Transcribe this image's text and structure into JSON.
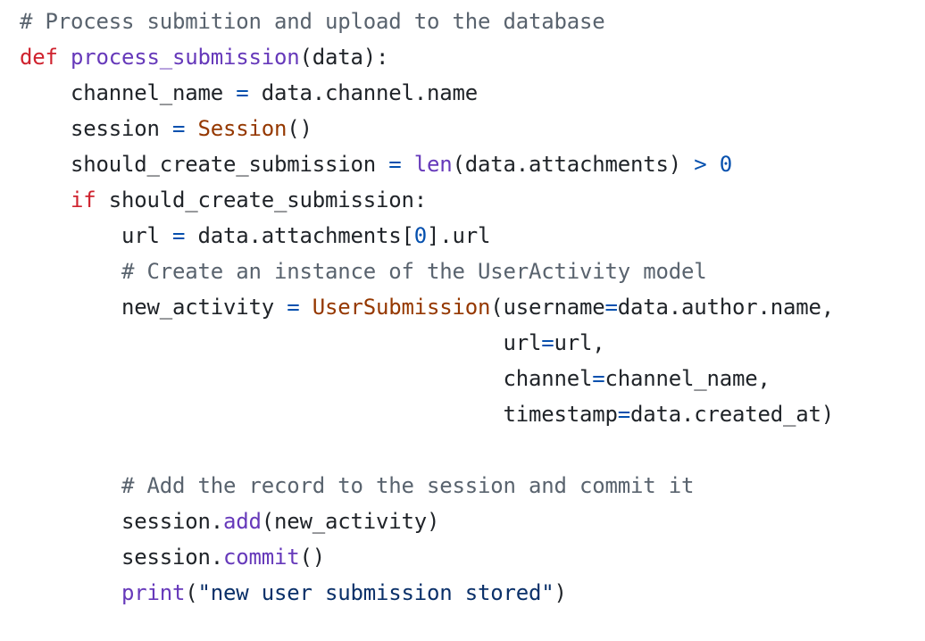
{
  "code": {
    "lines": [
      [
        {
          "t": "# Process submition and upload to the database",
          "c": "comment"
        }
      ],
      [
        {
          "t": "def",
          "c": "keyword"
        },
        {
          "t": " ",
          "c": "plain"
        },
        {
          "t": "process_submission",
          "c": "function"
        },
        {
          "t": "(data):",
          "c": "plain"
        }
      ],
      [
        {
          "t": "    channel_name ",
          "c": "plain"
        },
        {
          "t": "=",
          "c": "operator"
        },
        {
          "t": " data.channel.name",
          "c": "plain"
        }
      ],
      [
        {
          "t": "    session ",
          "c": "plain"
        },
        {
          "t": "=",
          "c": "operator"
        },
        {
          "t": " ",
          "c": "plain"
        },
        {
          "t": "Session",
          "c": "class"
        },
        {
          "t": "()",
          "c": "plain"
        }
      ],
      [
        {
          "t": "    should_create_submission ",
          "c": "plain"
        },
        {
          "t": "=",
          "c": "operator"
        },
        {
          "t": " ",
          "c": "plain"
        },
        {
          "t": "len",
          "c": "builtin"
        },
        {
          "t": "(data.attachments) ",
          "c": "plain"
        },
        {
          "t": ">",
          "c": "operator"
        },
        {
          "t": " ",
          "c": "plain"
        },
        {
          "t": "0",
          "c": "number"
        }
      ],
      [
        {
          "t": "    ",
          "c": "plain"
        },
        {
          "t": "if",
          "c": "keyword"
        },
        {
          "t": " should_create_submission:",
          "c": "plain"
        }
      ],
      [
        {
          "t": "        url ",
          "c": "plain"
        },
        {
          "t": "=",
          "c": "operator"
        },
        {
          "t": " data.attachments[",
          "c": "plain"
        },
        {
          "t": "0",
          "c": "number"
        },
        {
          "t": "].url",
          "c": "plain"
        }
      ],
      [
        {
          "t": "        ",
          "c": "plain"
        },
        {
          "t": "# Create an instance of the UserActivity model",
          "c": "comment"
        }
      ],
      [
        {
          "t": "        new_activity ",
          "c": "plain"
        },
        {
          "t": "=",
          "c": "operator"
        },
        {
          "t": " ",
          "c": "plain"
        },
        {
          "t": "UserSubmission",
          "c": "class"
        },
        {
          "t": "(username",
          "c": "plain"
        },
        {
          "t": "=",
          "c": "operator"
        },
        {
          "t": "data.author.name,",
          "c": "plain"
        }
      ],
      [
        {
          "t": "                                      url",
          "c": "plain"
        },
        {
          "t": "=",
          "c": "operator"
        },
        {
          "t": "url,",
          "c": "plain"
        }
      ],
      [
        {
          "t": "                                      channel",
          "c": "plain"
        },
        {
          "t": "=",
          "c": "operator"
        },
        {
          "t": "channel_name,",
          "c": "plain"
        }
      ],
      [
        {
          "t": "                                      timestamp",
          "c": "plain"
        },
        {
          "t": "=",
          "c": "operator"
        },
        {
          "t": "data.created_at)",
          "c": "plain"
        }
      ],
      [
        {
          "t": "",
          "c": "plain"
        }
      ],
      [
        {
          "t": "        ",
          "c": "plain"
        },
        {
          "t": "# Add the record to the session and commit it",
          "c": "comment"
        }
      ],
      [
        {
          "t": "        session.",
          "c": "plain"
        },
        {
          "t": "add",
          "c": "function"
        },
        {
          "t": "(new_activity)",
          "c": "plain"
        }
      ],
      [
        {
          "t": "        session.",
          "c": "plain"
        },
        {
          "t": "commit",
          "c": "function"
        },
        {
          "t": "()",
          "c": "plain"
        }
      ],
      [
        {
          "t": "        ",
          "c": "plain"
        },
        {
          "t": "print",
          "c": "builtin"
        },
        {
          "t": "(",
          "c": "plain"
        },
        {
          "t": "\"new user submission stored\"",
          "c": "string"
        },
        {
          "t": ")",
          "c": "plain"
        }
      ]
    ]
  }
}
